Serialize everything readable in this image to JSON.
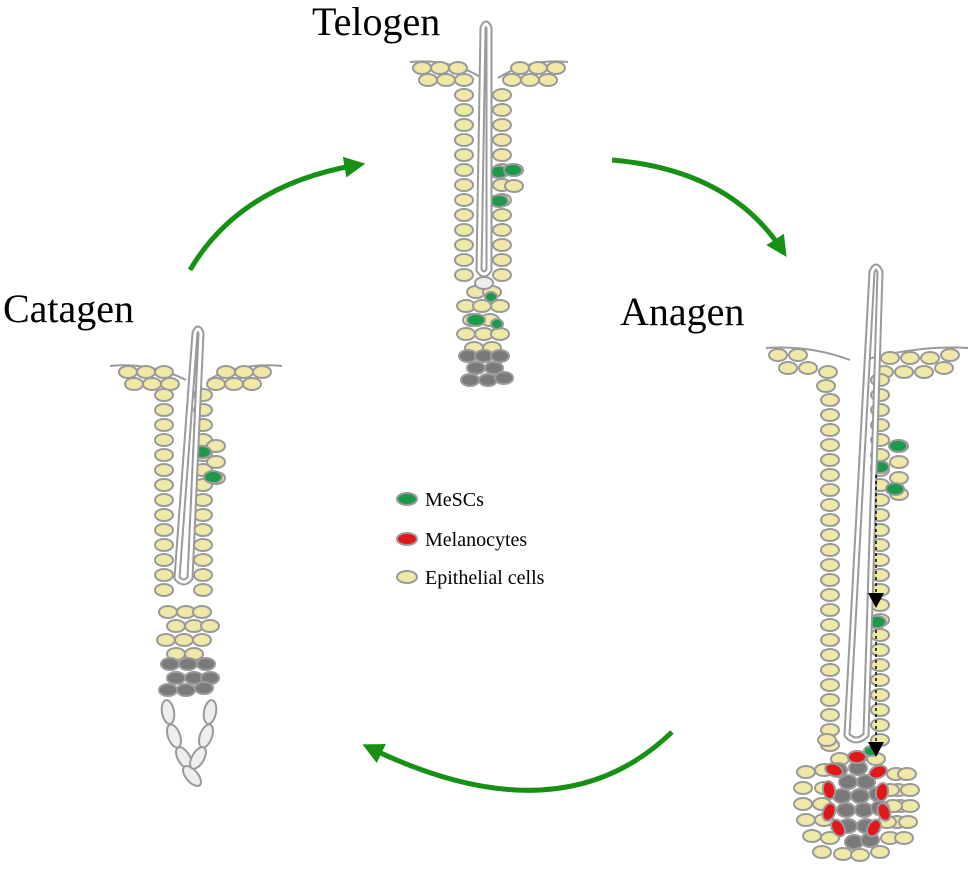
{
  "stages": {
    "telogen": "Telogen",
    "anagen": "Anagen",
    "catagen": "Catagen"
  },
  "legend": [
    {
      "label": "MeSCs",
      "fill": "#1a9a4a"
    },
    {
      "label": "Melanocytes",
      "fill": "#e3161a"
    },
    {
      "label": "Epithelial cells",
      "fill": "#efe8a6"
    }
  ],
  "colors": {
    "epithelial_fill": "#efe8a6",
    "cell_stroke": "#9a9a9a",
    "mesc_fill": "#1a9a4a",
    "melanocyte_fill": "#e3161a",
    "papilla_fill": "#7a7a7a",
    "regressing_fill": "#eeeeee",
    "arrow": "#169116",
    "migration_arrow": "#000000"
  }
}
